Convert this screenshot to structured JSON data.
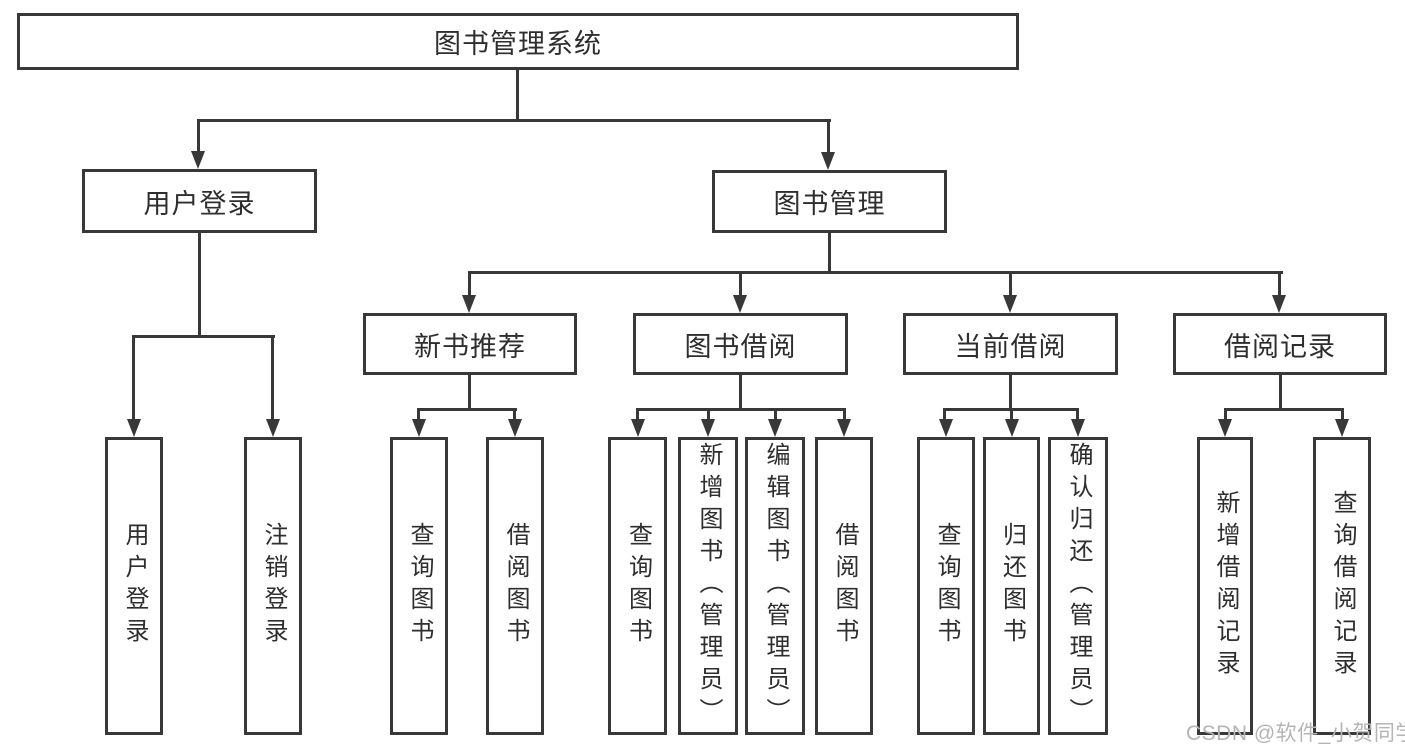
{
  "diagram": {
    "root": {
      "label": "图书管理系统"
    },
    "level2": [
      {
        "label": "用户登录"
      },
      {
        "label": "图书管理"
      }
    ],
    "level3": [
      {
        "label": "新书推荐"
      },
      {
        "label": "图书借阅"
      },
      {
        "label": "当前借阅"
      },
      {
        "label": "借阅记录"
      }
    ],
    "leaves": {
      "user_login": [
        "用户登录",
        "注销登录"
      ],
      "new_book_recommend": [
        "查询图书",
        "借阅图书"
      ],
      "book_borrow": [
        "查询图书",
        "新增图书（管理员）",
        "编辑图书（管理员）",
        "借阅图书"
      ],
      "current_borrow": [
        "查询图书",
        "归还图书",
        "确认归还（管理员）"
      ],
      "borrow_records": [
        "新增借阅记录",
        "查询借阅记录"
      ]
    }
  },
  "watermark": {
    "text": "CSDN @软件_小贺同学"
  },
  "colors": {
    "line": "#383838",
    "text": "#2e2e2e",
    "watermark": "#b5b5b5",
    "background": "#ffffff"
  }
}
